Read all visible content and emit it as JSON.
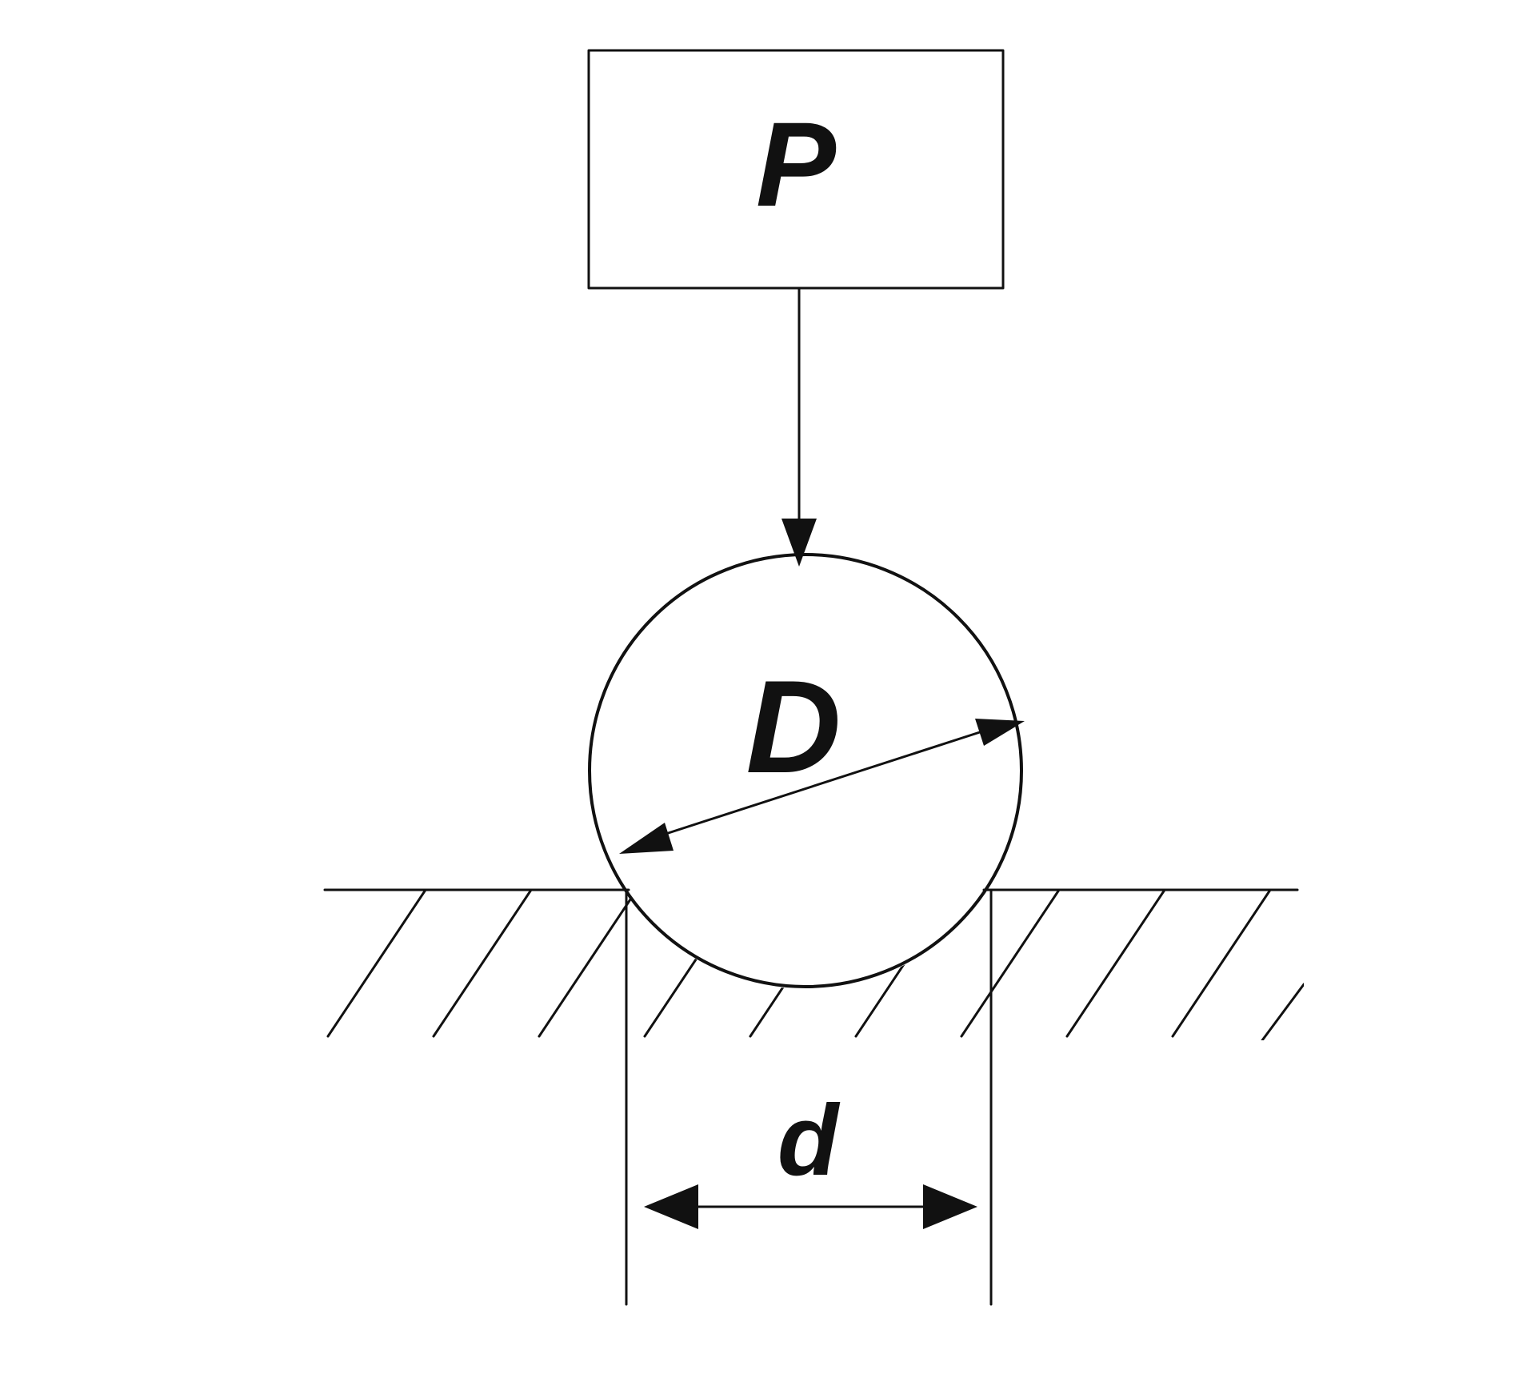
{
  "labels": {
    "load": "P",
    "ball_diameter": "D",
    "indent_diameter": "d"
  },
  "colors": {
    "ink": "#111111",
    "background": "#ffffff"
  }
}
